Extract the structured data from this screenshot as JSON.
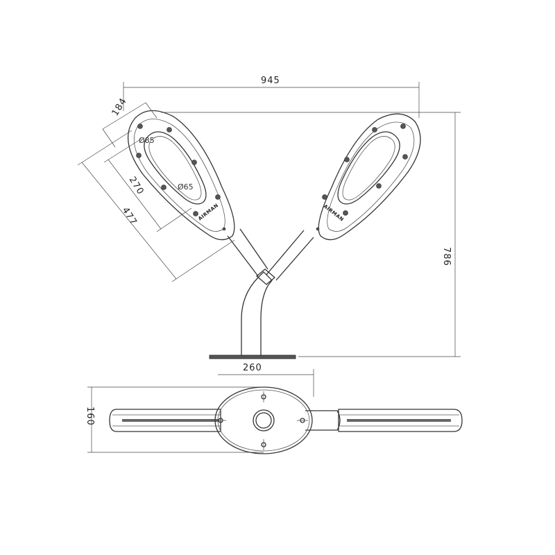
{
  "dimensions": {
    "overall_width": "945",
    "overall_height": "786",
    "head_width": "184",
    "optic_length": "270",
    "head_length": "477",
    "base_plate": "260",
    "top_view_depth": "160",
    "lens_large": "Ø85",
    "lens_small": "Ø65"
  },
  "brand": {
    "left_head": "AIRMAN",
    "right_head": "AIRMAN"
  },
  "colors": {
    "line": "#333333",
    "screw": "#555555"
  }
}
